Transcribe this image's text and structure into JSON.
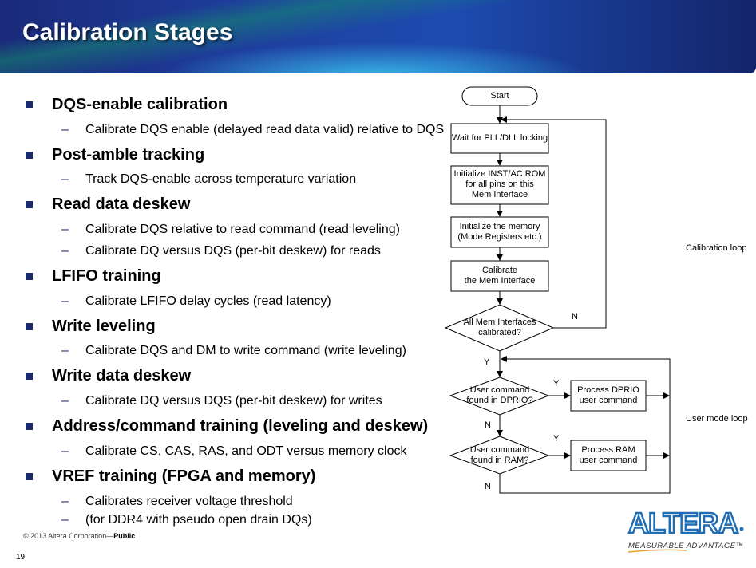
{
  "header": {
    "title": "Calibration Stages"
  },
  "bullets": [
    {
      "label": "DQS-enable calibration",
      "subs": [
        "Calibrate DQS enable (delayed read data valid) relative to DQS"
      ]
    },
    {
      "label": "Post-amble tracking",
      "subs": [
        "Track DQS-enable across temperature variation"
      ]
    },
    {
      "label": "Read data deskew",
      "subs": [
        "Calibrate DQS relative to read command (read leveling)",
        "Calibrate DQ versus DQS (per-bit deskew) for reads"
      ]
    },
    {
      "label": "LFIFO training",
      "subs": [
        "Calibrate LFIFO delay cycles (read latency)"
      ]
    },
    {
      "label": "Write leveling",
      "subs": [
        "Calibrate DQS and DM to write command (write leveling)"
      ]
    },
    {
      "label": "Write data deskew",
      "subs": [
        "Calibrate DQ versus DQS (per-bit deskew) for writes"
      ]
    },
    {
      "label": "Address/command training (leveling and deskew)",
      "subs": [
        "Calibrate CS, CAS, RAS, and ODT versus memory clock"
      ]
    },
    {
      "label": "VREF training (FPGA and memory)",
      "subs": [
        "Calibrates receiver voltage threshold",
        "(for DDR4 with pseudo open drain DQs)"
      ]
    }
  ],
  "flowchart": {
    "start": "Start",
    "wait": "Wait for PLL/DLL locking",
    "init_rom": [
      "Initialize INST/AC ROM",
      "for all pins on this",
      "Mem Interface"
    ],
    "init_mem": [
      "Initialize the memory",
      "(Mode Registers etc.)"
    ],
    "calibrate": [
      "Calibrate",
      "the Mem Interface"
    ],
    "all_calibrated": [
      "All Mem Interfaces",
      "calibrated?"
    ],
    "dprio_q": [
      "User command",
      "found in DPRIO?"
    ],
    "dprio_proc": [
      "Process DPRIO",
      "user command"
    ],
    "ram_q": [
      "User command",
      "found in RAM?"
    ],
    "ram_proc": [
      "Process RAM",
      "user command"
    ],
    "yes": "Y",
    "no": "N",
    "calibration_loop": "Calibration loop",
    "user_mode_loop": "User mode loop"
  },
  "footer": {
    "copyright": "© 2013 Altera Corporation—",
    "classification": "Public",
    "page": "19"
  },
  "logo": {
    "name": "ALTERA",
    "tagline": "MEASURABLE ADVANTAGE™",
    "color": "#1f6db4"
  }
}
